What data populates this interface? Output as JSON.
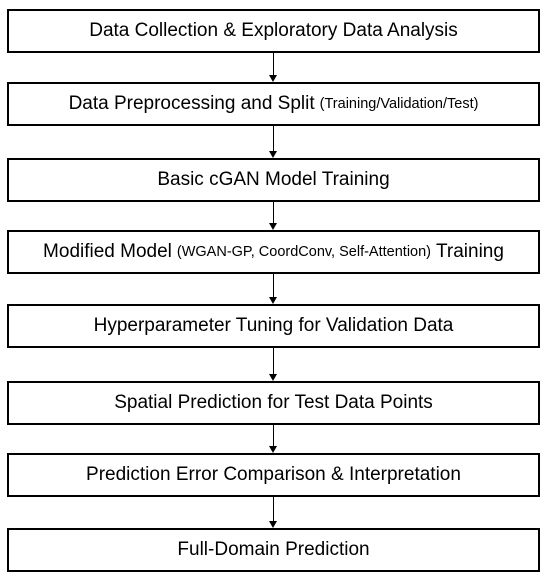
{
  "steps": [
    {
      "id": "data-collection",
      "text": "Data Collection & Exploratory Data Analysis"
    },
    {
      "id": "preprocessing",
      "text": "Data Preprocessing and Split",
      "sub": "(Training/Validation/Test)"
    },
    {
      "id": "basic-cgan",
      "text": "Basic cGAN Model Training"
    },
    {
      "id": "modified-model",
      "text": "Modified Model",
      "sub": "(WGAN-GP, CoordConv, Self-Attention)",
      "after": "Training"
    },
    {
      "id": "hyperparameter-tuning",
      "text": "Hyperparameter Tuning for Validation Data"
    },
    {
      "id": "spatial-prediction",
      "text": "Spatial Prediction for Test Data Points"
    },
    {
      "id": "error-comparison",
      "text": "Prediction Error Comparison & Interpretation"
    },
    {
      "id": "full-domain",
      "text": "Full-Domain Prediction"
    }
  ],
  "colors": {
    "border": "#000000",
    "text": "#000000",
    "background": "#ffffff"
  }
}
